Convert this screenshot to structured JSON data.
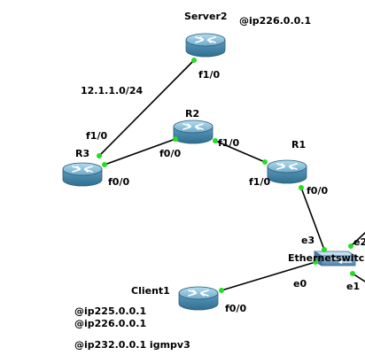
{
  "devices": {
    "server2": {
      "name": "Server2",
      "note": "@ip226.0.0.1",
      "iface_f1_0": "f1/0"
    },
    "r2": {
      "name": "R2",
      "iface_f0_0": "f0/0",
      "iface_f1_0": "f1/0"
    },
    "r3": {
      "name": "R3",
      "iface_f1_0": "f1/0",
      "iface_f0_0": "f0/0"
    },
    "r1": {
      "name": "R1",
      "iface_f1_0": "f1/0",
      "iface_f0_0": "f0/0"
    },
    "switch": {
      "name": "Ethernetswitch",
      "port_e3": "e3",
      "port_e2": "e2",
      "port_e0": "e0",
      "port_e1": "e1"
    },
    "client1": {
      "name": "Client1",
      "iface_f0_0": "f0/0"
    }
  },
  "link_labels": {
    "r3_server2": "12.1.1.0/24"
  },
  "notes": {
    "client_group_1": "@ip225.0.0.1",
    "client_group_2": "@ip226.0.0.1",
    "client_group_3": "@ip232.0.0.1 igmpv3"
  },
  "colors": {
    "link": "#000000",
    "port_dot": "#22dd22",
    "router_body": "#4f8fb0",
    "router_top": "#8ec6e0",
    "switch_body": "#6f9fc4"
  }
}
